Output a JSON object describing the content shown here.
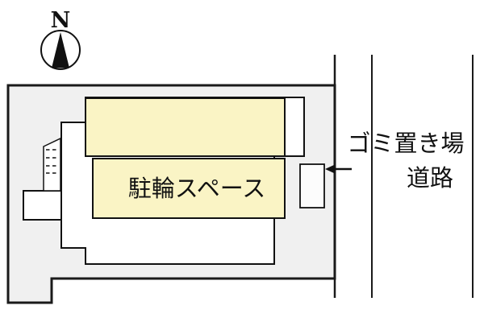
{
  "compass": {
    "north_label": "N"
  },
  "labels": {
    "bicycle_space": "駐輪スペース",
    "garbage_area": "ゴミ置き場",
    "road": "道路"
  },
  "colors": {
    "highlight_fill": "#FAF4C5",
    "site_fill": "#F0F0F0",
    "building_fill": "#FFFFFF",
    "outline": "#111111"
  }
}
